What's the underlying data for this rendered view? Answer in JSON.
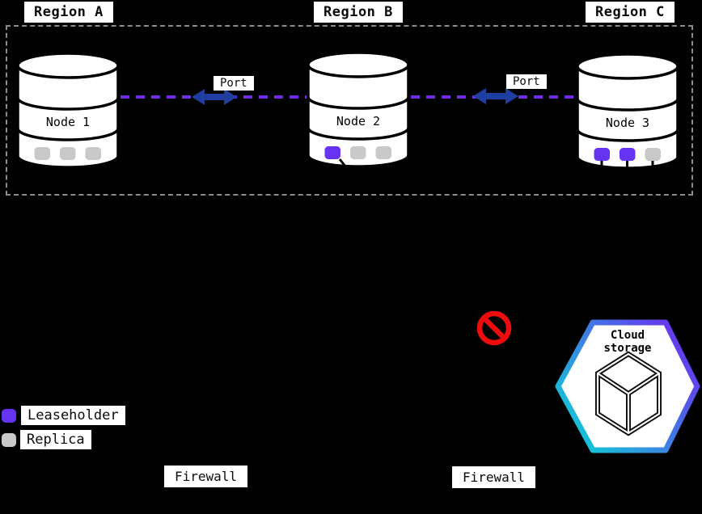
{
  "regions": [
    {
      "label": "Region A"
    },
    {
      "label": "Region B"
    },
    {
      "label": "Region C"
    }
  ],
  "nodes": [
    {
      "label": "Node 1",
      "slots": [
        "replica",
        "replica",
        "replica"
      ]
    },
    {
      "label": "Node 2",
      "slots": [
        "leaseholder",
        "replica",
        "replica"
      ]
    },
    {
      "label": "Node 3",
      "slots": [
        "leaseholder",
        "leaseholder",
        "replica"
      ]
    }
  ],
  "links": [
    {
      "label": "Port"
    },
    {
      "label": "Port"
    }
  ],
  "legend": {
    "leaseholder": "Leaseholder",
    "replica": "Replica"
  },
  "firewalls": [
    {
      "label": "Firewall"
    },
    {
      "label": "Firewall"
    }
  ],
  "cloud_storage": {
    "line1": "Cloud",
    "line2": "storage"
  },
  "palette": {
    "background": "#000000",
    "leaseholder_purple": "#6733f2",
    "replica_gray": "#c9c9c9",
    "link_purple": "#6e2de8",
    "arrow_blue": "#1e3fa0",
    "boundary_gray": "#8c8c8c",
    "prohibited_red": "#ee0c0c",
    "hex_gradient_start": "#0fcfd6",
    "hex_gradient_end": "#6e2cf0"
  }
}
